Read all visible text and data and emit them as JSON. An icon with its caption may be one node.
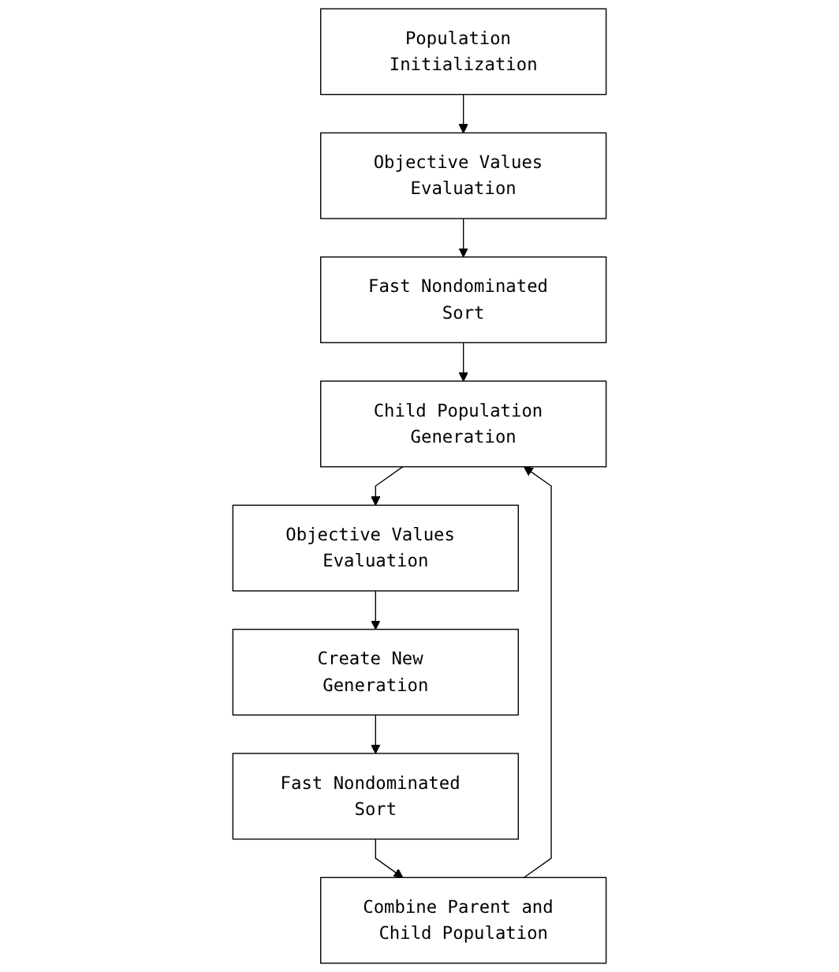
{
  "diagram": {
    "nodes": [
      {
        "text": [
          "Population Initialization"
        ]
      },
      {
        "text": [
          "Objective Values Evaluation"
        ]
      },
      {
        "text": [
          "Fast Nondominated Sort"
        ]
      },
      {
        "text": [
          "Child Population Generation"
        ]
      },
      {
        "text": [
          "Combine Parent and Child Population"
        ]
      },
      {
        "text": [
          "Objective Values Evaluation"
        ]
      },
      {
        "text": [
          "Fast Nondominated Sort"
        ]
      },
      {
        "text": [
          "Create New Generation"
        ]
      }
    ],
    "edges": [
      {
        "from": 0,
        "to": 1,
        "arrow": "to"
      },
      {
        "from": 1,
        "to": 2,
        "arrow": "to"
      },
      {
        "from": 2,
        "to": 3,
        "arrow": "to"
      },
      {
        "from": 3,
        "to": 5,
        "arrow": "to"
      },
      {
        "from": 5,
        "to": 7,
        "arrow": "to"
      },
      {
        "from": 7,
        "to": 6,
        "arrow": "to"
      },
      {
        "from": 6,
        "to": 4,
        "arrow": "to"
      },
      {
        "from": 4,
        "to": 3,
        "arrow": "to"
      }
    ]
  }
}
